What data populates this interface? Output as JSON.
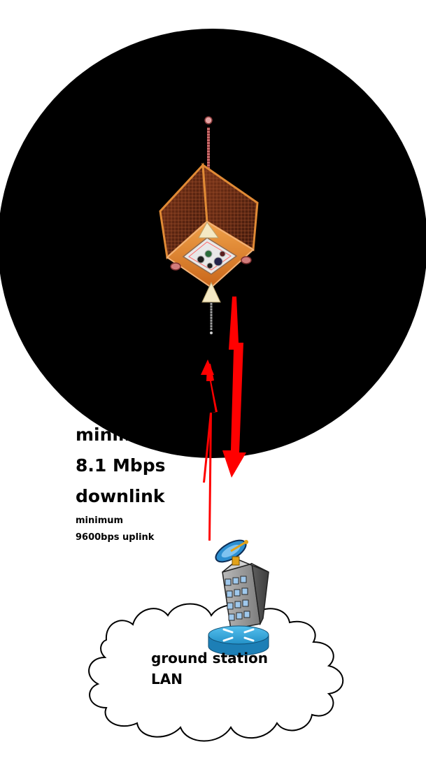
{
  "link_label": {
    "line1": "minimum",
    "line2": "8.1 Mbps",
    "line3": "downlink",
    "uplink_line1": "minimum",
    "uplink_line2": "9600bps uplink"
  },
  "network_label": {
    "line1": "ground station",
    "line2": "LAN"
  },
  "colors": {
    "space": "#000000",
    "link": "#ff0000",
    "satellite_frame": "#e07a1f",
    "solar_panel": "#5b2410",
    "router": "#2a9fd6",
    "building": "#8c8c8c",
    "cloud_fill": "#ffffff",
    "cloud_stroke": "#000000"
  },
  "icons": [
    "satellite-icon",
    "ground-station-building-icon",
    "satellite-dish-icon",
    "router-icon",
    "cloud-icon"
  ]
}
